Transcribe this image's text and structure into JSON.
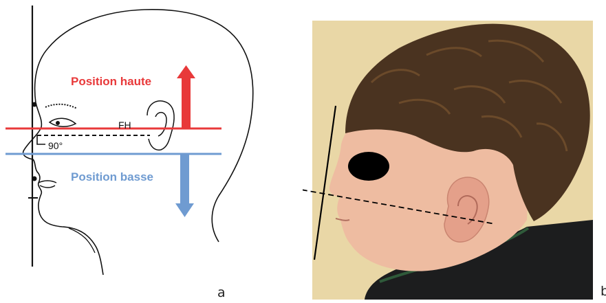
{
  "figure": {
    "panel_a": {
      "letter": "a",
      "label_high": "Position haute",
      "label_low": "Position basse",
      "label_fh": "FH",
      "label_angle": "90°"
    },
    "panel_b": {
      "letter": "b",
      "content": "child-profile-photo"
    }
  },
  "colors": {
    "high": "#e8393a",
    "low": "#6f9bd1",
    "ink": "#111111",
    "photo_bg": "#e9d7a6",
    "hair": "#4a3320",
    "skin": "#eebca1",
    "sweater": "#1c1d1e",
    "collar": "#2f5a3a"
  }
}
